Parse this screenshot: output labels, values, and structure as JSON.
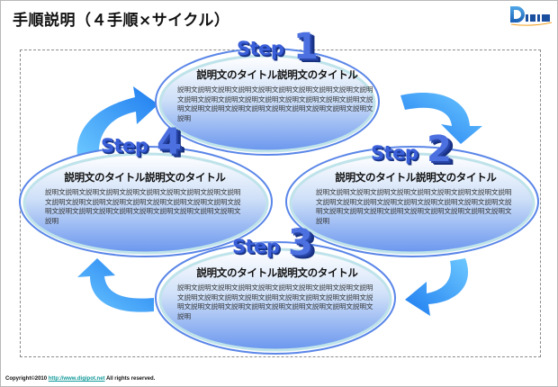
{
  "header": {
    "title": "手順説明（４手順×サイクル）",
    "logo_text": "Digipot"
  },
  "colors": {
    "ellipse_fill_top": "#ffffff",
    "ellipse_fill_bottom": "#6f9af0",
    "ellipse_stroke": "#5a86e8",
    "ellipse_inner_ring": "#bfe3ea",
    "arrow_light": "#6cc8ff",
    "arrow_dark": "#1e7cf0",
    "step_text": "#3a5fd8"
  },
  "steps": [
    {
      "step_word": "Step",
      "number": "1",
      "title": "説明文のタイトル説明文のタイトル",
      "body": "説明文説明文説明文説明文説明文説明文説明文説明文説明文説明文説明文説明文説明文説明文説明文説明文説明文説明文説明文説明文説明文説明文説明文説明文説明文説明文説明文説明文説明文説明"
    },
    {
      "step_word": "Step",
      "number": "2",
      "title": "説明文のタイトル説明文のタイトル",
      "body": "説明文説明文説明文説明文説明文説明文説明文説明文説明文説明文説明文説明文説明文説明文説明文説明文説明文説明文説明文説明文説明文説明文説明文説明文説明文説明文説明文説明文説明文説明"
    },
    {
      "step_word": "Step",
      "number": "3",
      "title": "説明文のタイトル説明文のタイトル",
      "body": "説明文説明文説明文説明文説明文説明文説明文説明文説明文説明文説明文説明文説明文説明文説明文説明文説明文説明文説明文説明文説明文説明文説明文説明文説明文説明文説明文説明文説明文説明"
    },
    {
      "step_word": "Step",
      "number": "4",
      "title": "説明文のタイトル説明文のタイトル",
      "body": "説明文説明文説明文説明文説明文説明文説明文説明文説明文説明文説明文説明文説明文説明文説明文説明文説明文説明文説明文説明文説明文説明文説明文説明文説明文説明文説明文説明文説明文説明"
    }
  ],
  "footer": {
    "copyright_prefix": "Copyright©2010 ",
    "link_text": "http://www.digipot.net",
    "copyright_suffix": " All rights reserved."
  }
}
